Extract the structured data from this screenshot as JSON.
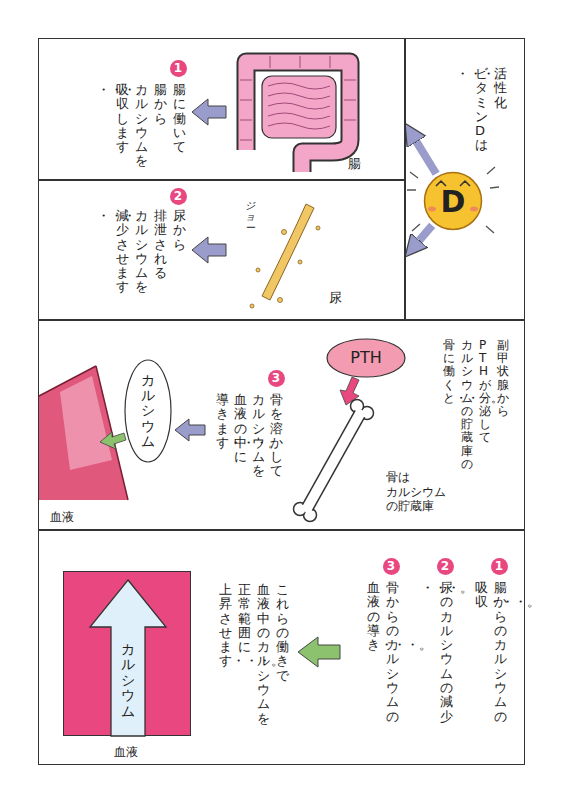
{
  "diagram": {
    "nodes": [
      {
        "text": [
          "活性化 ビタミンDは ・・・。"
        ]
      },
      {
        "text": [
          "D"
        ],
        "in": 0
      },
      {
        "text": [
          "腸に働いて 腸から カルシウムを 吸収します ・・・。"
        ]
      },
      {
        "text": [
          "尿から 排泄される カルシウムを 減少させます ・・・。"
        ]
      },
      {
        "text": [
          "副甲状腺から PTHが分泌して カルシウムの貯蔵庫の 骨に働くと・・・。",
          "骨を溶かして カルシウムを 血液の中に 導きます・・・。"
        ]
      },
      {
        "text": [
          "PTH"
        ],
        "in": 4
      },
      {
        "text": [
          "カルシウム"
        ],
        "in": 4
      },
      {
        "text": [
          "腸からのカルシウムの 吸収・・・。",
          "尿のカルシウムの減少 ・・・。",
          "骨からのカルシウムの 血液の導き・・・。",
          "これらの働きで 血液中のカルシウムを 正常範囲に 上昇させます・・・。"
        ]
      },
      {
        "text": [
          "カルシウム"
        ],
        "in": 7
      }
    ],
    "edges": [
      {
        "from": 1,
        "to": 2,
        "arrow": "to"
      },
      {
        "from": 1,
        "to": 3,
        "arrow": "to"
      }
    ],
    "labels": [
      "1",
      "腸",
      "2",
      "ジョー",
      "尿",
      "3",
      "骨は カルシウム の貯蔵庫",
      "血液",
      "1",
      "2",
      "3",
      "血液"
    ]
  }
}
